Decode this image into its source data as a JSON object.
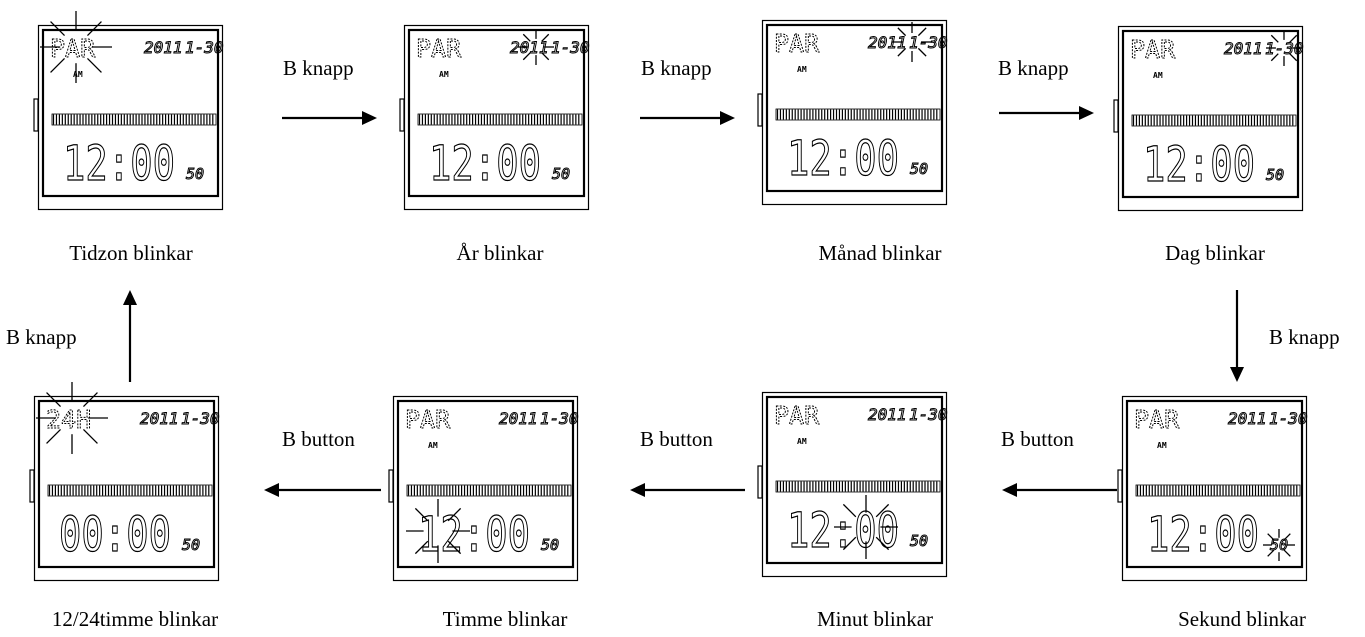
{
  "panels": [
    {
      "id": "p1",
      "zone": "PAR",
      "year": "2011",
      "date": "1-30",
      "ampm": "AM",
      "time": "12:00",
      "sec": "50",
      "blink": "zone",
      "caption": "Tidzon blinkar"
    },
    {
      "id": "p2",
      "zone": "PAR",
      "year": "2011",
      "date": "1-30",
      "ampm": "AM",
      "time": "12:00",
      "sec": "50",
      "blink": "year",
      "caption": "År blinkar"
    },
    {
      "id": "p3",
      "zone": "PAR",
      "year": "2011",
      "date": "1-30",
      "ampm": "AM",
      "time": "12:00",
      "sec": "50",
      "blink": "month",
      "caption": "Månad blinkar"
    },
    {
      "id": "p4",
      "zone": "PAR",
      "year": "2011",
      "date": "1-30",
      "ampm": "AM",
      "time": "12:00",
      "sec": "50",
      "blink": "day",
      "caption": "Dag blinkar"
    },
    {
      "id": "p5",
      "zone": "PAR",
      "year": "2011",
      "date": "1-30",
      "ampm": "AM",
      "time": "12:00",
      "sec": "50",
      "blink": "second",
      "caption": "Sekund blinkar"
    },
    {
      "id": "p6",
      "zone": "PAR",
      "year": "2011",
      "date": "1-30",
      "ampm": "AM",
      "time": "12:00",
      "sec": "50",
      "blink": "minute",
      "caption": "Minut blinkar"
    },
    {
      "id": "p7",
      "zone": "PAR",
      "year": "2011",
      "date": "1-30",
      "ampm": "AM",
      "time": "12:00",
      "sec": "50",
      "blink": "hour",
      "caption": "Timme blinkar"
    },
    {
      "id": "p8",
      "zone": "24H",
      "year": "2011",
      "date": "1-30",
      "ampm": "",
      "time": "00:00",
      "sec": "50",
      "blink": "zone",
      "caption": "12/24timme blinkar"
    }
  ],
  "arrows": {
    "a1": "B knapp",
    "a2": "B knapp",
    "a3": "B knapp",
    "a4": "B knapp",
    "a5": "B button",
    "a6": "B button",
    "a7": "B button",
    "a8": "B knapp"
  }
}
